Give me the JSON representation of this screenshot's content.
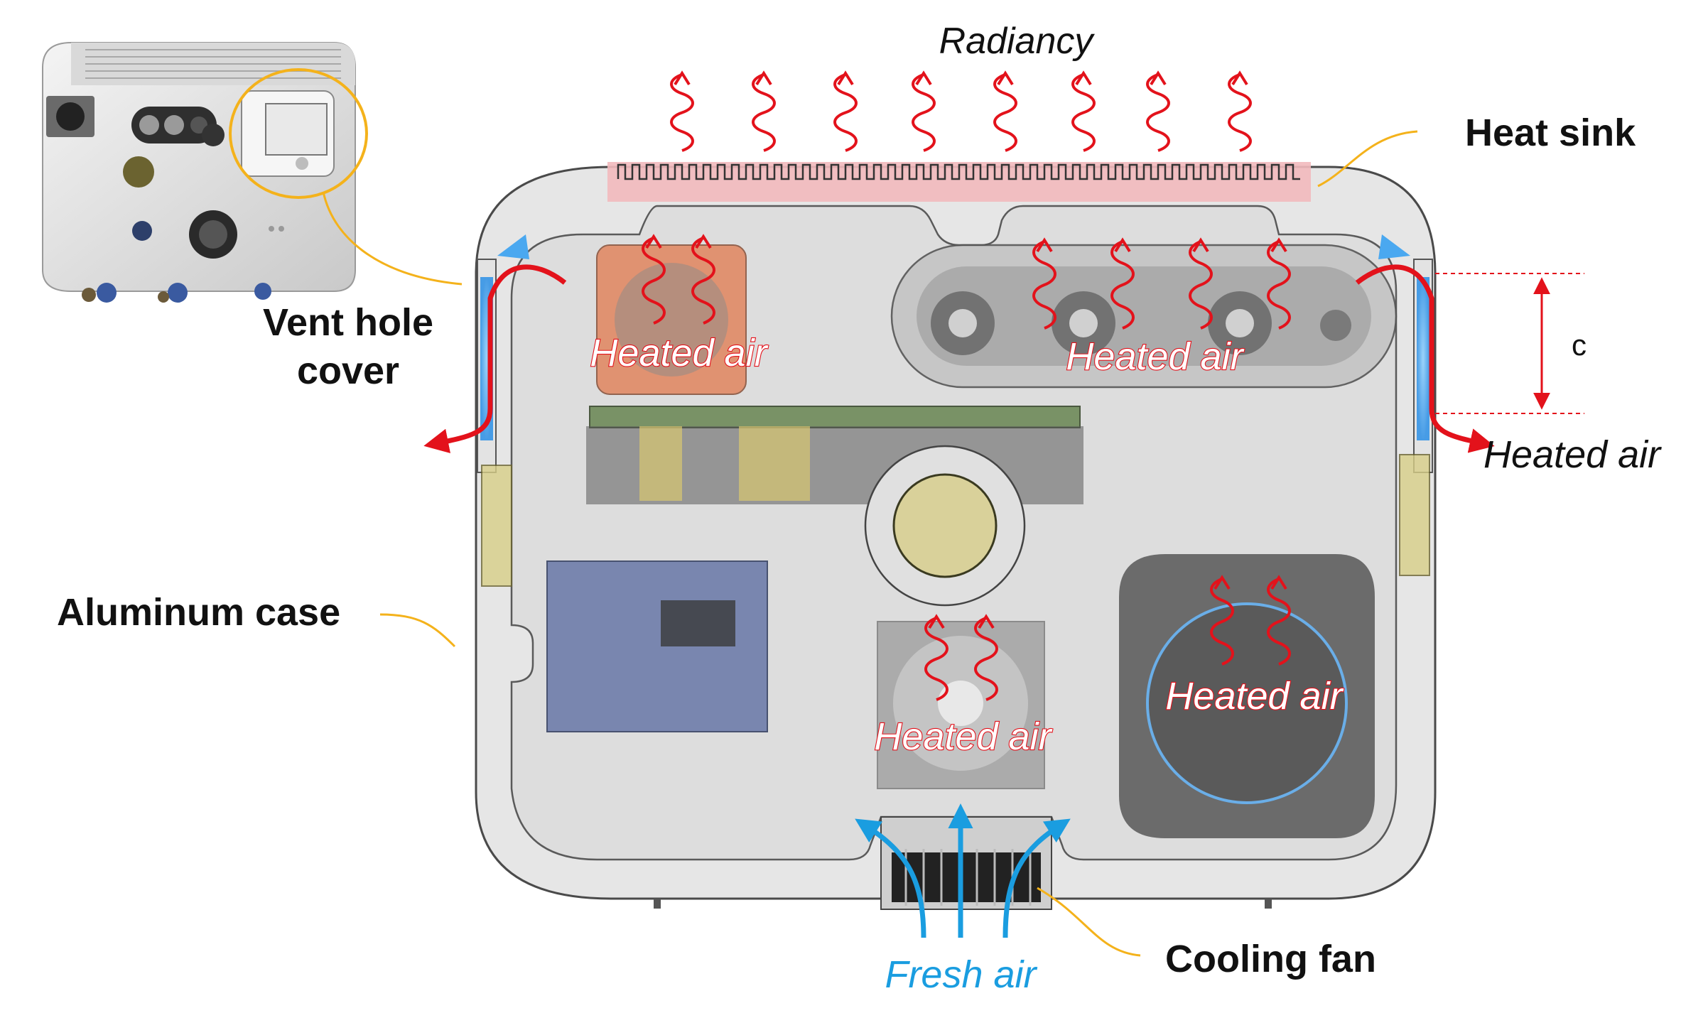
{
  "labels": {
    "radiancy": "Radiancy",
    "heat_sink": "Heat sink",
    "vent_hole_cover_line1": "Vent hole",
    "vent_hole_cover_line2": "cover",
    "aluminum_case": "Aluminum case",
    "cooling_fan": "Cooling fan",
    "heated_air": "Heated air",
    "fresh_air": "Fresh air",
    "dimension_c": "c"
  },
  "colors": {
    "heated": "#e3121b",
    "fresh": "#1a9de0",
    "leader": "#f4b21b",
    "heat_sink": "#f2b9bc",
    "vent_blue": "#4aa8f0",
    "dim_line": "#e3121b"
  }
}
